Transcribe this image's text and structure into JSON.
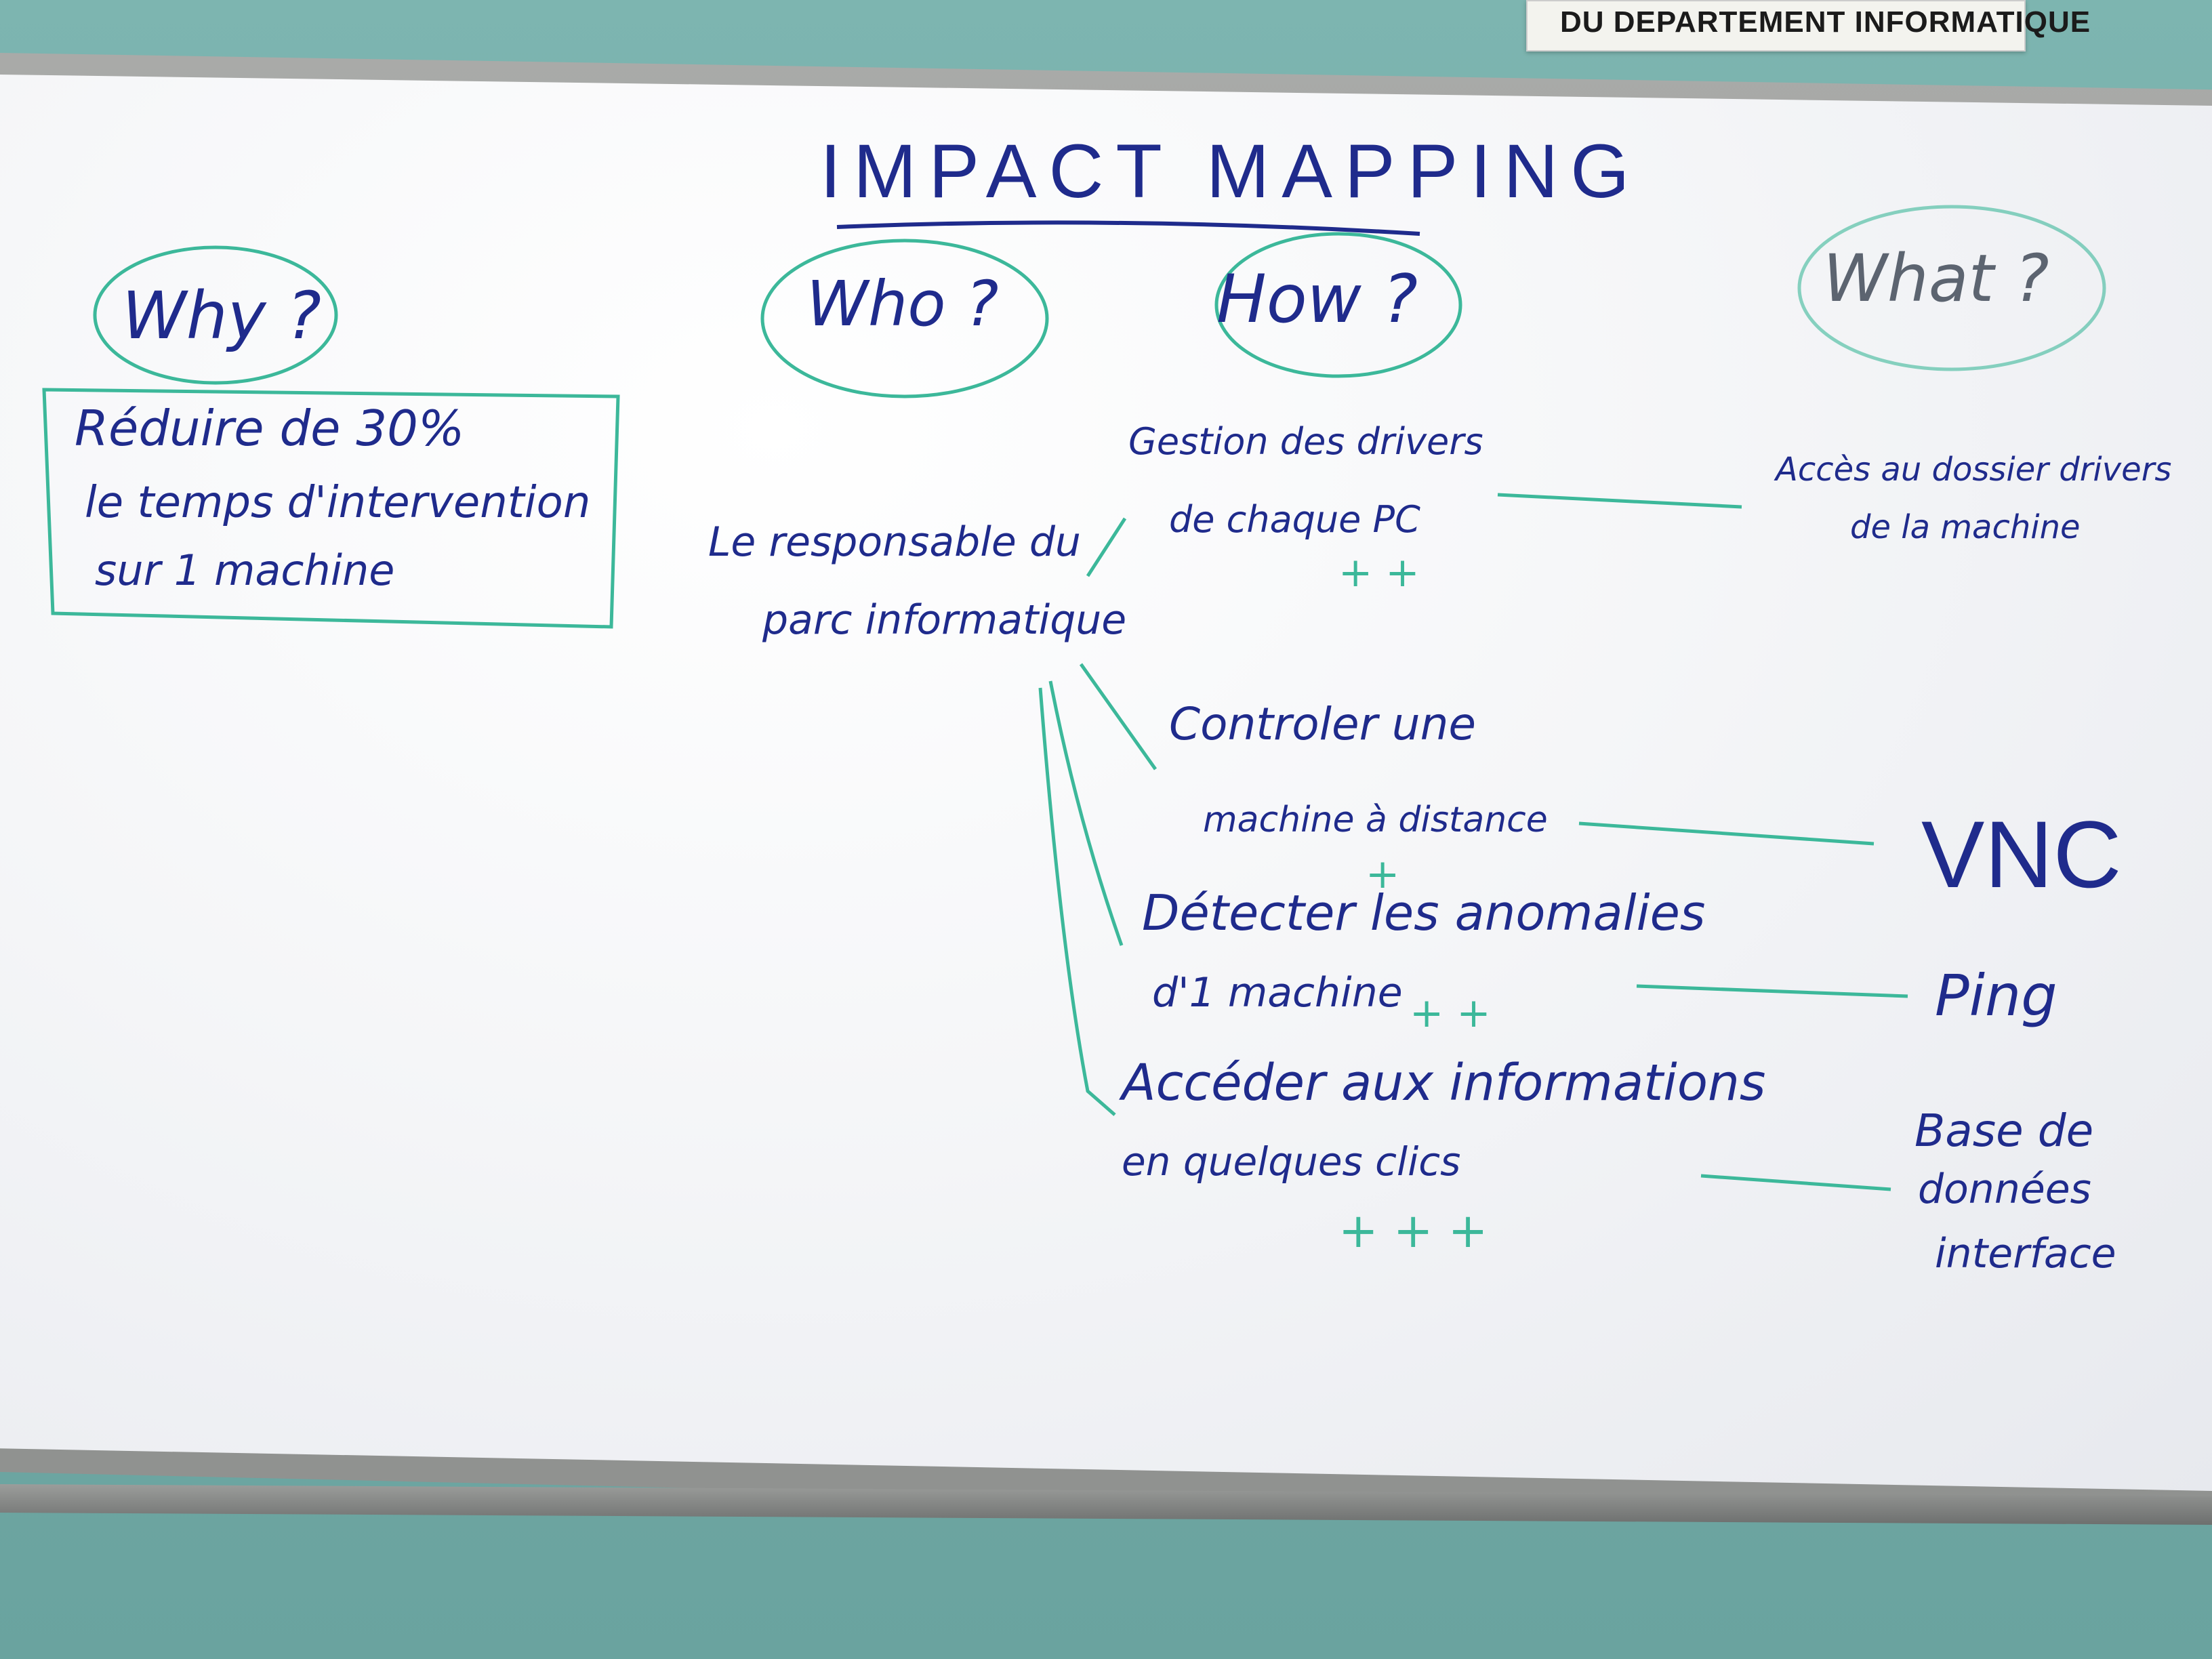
{
  "sign": {
    "text": "DU DEPARTEMENT INFORMATIQUE"
  },
  "board": {
    "title": "IMPACT MAPPING",
    "headers": {
      "why": "Why ?",
      "who": "Who ?",
      "how": "How ?",
      "what": "What ?"
    },
    "why_text": {
      "line1": "Réduire de 30%",
      "line2": "le temps d'intervention",
      "line3": "sur 1 machine"
    },
    "who_text": {
      "line1": "Le responsable du",
      "line2": "parc informatique"
    },
    "hows": [
      {
        "line1": "Gestion des drivers",
        "line2": "de chaque PC",
        "rating": "+ +"
      },
      {
        "line1": "Controler une",
        "line2": "machine à distance",
        "rating": "+"
      },
      {
        "line1": "Détecter les anomalies",
        "line2": "d'1 machine",
        "rating": "+ +"
      },
      {
        "line1": "Accéder aux informations",
        "line2": "en quelques clics",
        "rating": "+ + +"
      }
    ],
    "whats": [
      {
        "line1": "Accès au dossier drivers",
        "line2": "de la machine"
      },
      {
        "line1": "VNC"
      },
      {
        "line1": "Ping"
      },
      {
        "line1": "Base de",
        "line2": "données",
        "line3": "interface"
      }
    ],
    "colors": {
      "ink_blue": "#1f2b8c",
      "ink_green": "#3cb89a",
      "board": "#f4f5f7",
      "wall": "#6fa8a6"
    }
  }
}
